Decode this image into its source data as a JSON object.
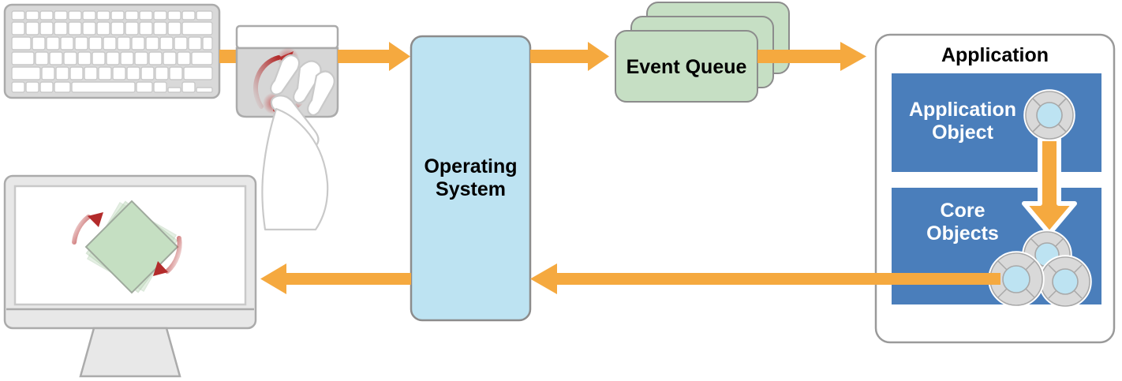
{
  "diagram": {
    "title": "Event handling flow",
    "type": "flow-diagram"
  },
  "nodes": {
    "keyboard": {
      "name": "keyboard",
      "label": ""
    },
    "trackpad": {
      "name": "trackpad",
      "label": "",
      "gesture": "rotate-gesture"
    },
    "os": {
      "label": "Operating\nSystem",
      "fill": "#BDE3F2",
      "stroke": "#7F7F7F"
    },
    "event_queue": {
      "label": "Event Queue",
      "fill": "#C6DFC4",
      "stroke": "#7F7F7F",
      "stack_count": 3
    },
    "application": {
      "label": "Application",
      "fill": "#FFFFFF",
      "stroke": "#999999"
    },
    "application_object": {
      "label": "Application\nObject",
      "fill": "#4A7EBB",
      "text_color": "#FFFFFF"
    },
    "core_objects": {
      "label": "Core\nObjects",
      "fill": "#4A7EBB",
      "text_color": "#FFFFFF"
    },
    "display": {
      "name": "monitor",
      "label": "",
      "content": "rotating-square"
    }
  },
  "arrows": [
    {
      "name": "arrow-keyboard-to-trackpad",
      "direction": "right",
      "color": "#F5A93F"
    },
    {
      "name": "arrow-input-to-os",
      "direction": "right",
      "color": "#F5A93F"
    },
    {
      "name": "arrow-os-to-event-queue",
      "direction": "right",
      "color": "#F5A93F"
    },
    {
      "name": "arrow-event-queue-to-application",
      "direction": "right",
      "color": "#F5A93F"
    },
    {
      "name": "arrow-application-object-to-core-objects",
      "direction": "down",
      "color": "#F5A93F"
    },
    {
      "name": "arrow-application-to-os",
      "direction": "left",
      "color": "#F5A93F"
    },
    {
      "name": "arrow-os-to-display",
      "direction": "left",
      "color": "#F5A93F"
    }
  ],
  "colors": {
    "orange": "#F5A93F",
    "blue_panel": "#4A7EBB",
    "light_blue": "#BDE3F2",
    "green": "#C6DFC4",
    "gray_device": "#D9D9D9",
    "gray_stroke": "#ABABAB",
    "red_arrow": "#B32B2B",
    "screen_square": "#C5DFC2"
  }
}
